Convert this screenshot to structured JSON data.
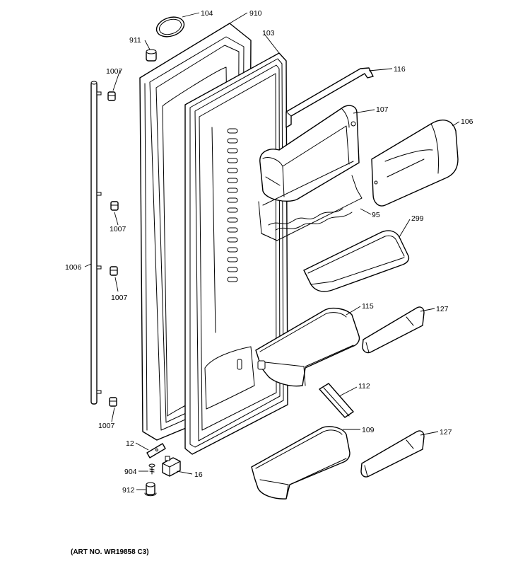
{
  "labels": {
    "l104": "104",
    "l910": "910",
    "l911": "911",
    "l103": "103",
    "l1007a": "1007",
    "l1007b": "1007",
    "l1007c": "1007",
    "l1007d": "1007",
    "l116": "116",
    "l107": "107",
    "l106": "106",
    "l95": "95",
    "l299": "299",
    "l1006": "1006",
    "l115": "115",
    "l127a": "127",
    "l112": "112",
    "l109": "109",
    "l127b": "127",
    "l12": "12",
    "l904": "904",
    "l16": "16",
    "l912": "912"
  },
  "art_number": "(ART NO. WR19858 C3)"
}
